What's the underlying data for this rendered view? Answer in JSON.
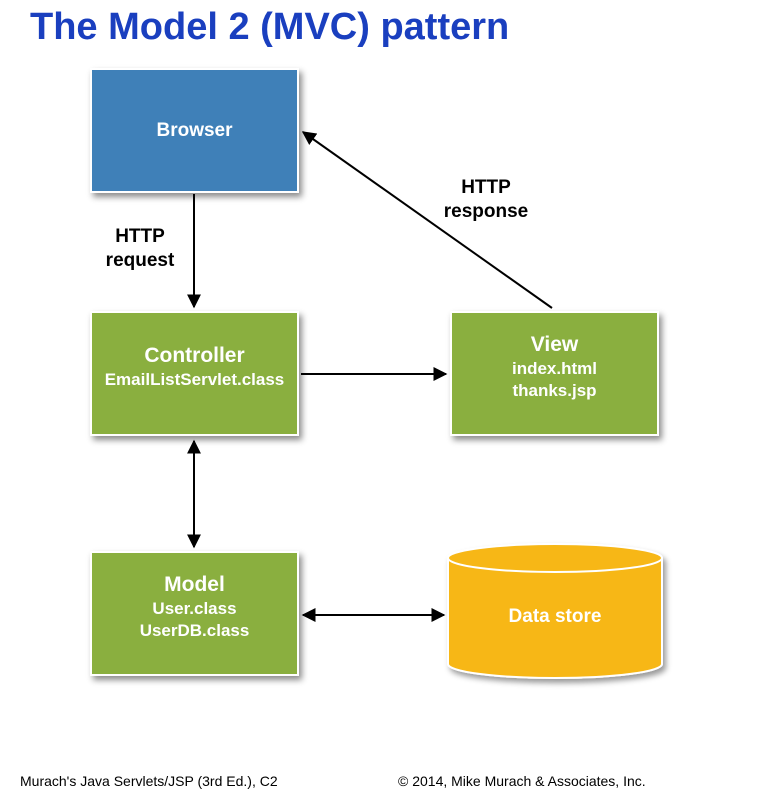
{
  "title": "The Model 2 (MVC) pattern",
  "nodes": {
    "browser": {
      "name": "Browser"
    },
    "controller": {
      "name": "Controller",
      "files": [
        "EmailListServlet.class"
      ]
    },
    "view": {
      "name": "View",
      "files": [
        "index.html",
        "thanks.jsp"
      ]
    },
    "model": {
      "name": "Model",
      "files": [
        "User.class",
        "UserDB.class"
      ]
    },
    "datastore": {
      "name": "Data store"
    }
  },
  "edges": {
    "request": {
      "line1": "HTTP",
      "line2": "request"
    },
    "response": {
      "line1": "HTTP",
      "line2": "response"
    }
  },
  "footer": {
    "left": "Murach's Java Servlets/JSP (3rd Ed.), C2",
    "right": "© 2014, Mike Murach & Associates, Inc."
  },
  "colors": {
    "title": "#1a3fbf",
    "browser": "#3f80b8",
    "component": "#8aaf3f",
    "datastore": "#f7b718"
  }
}
